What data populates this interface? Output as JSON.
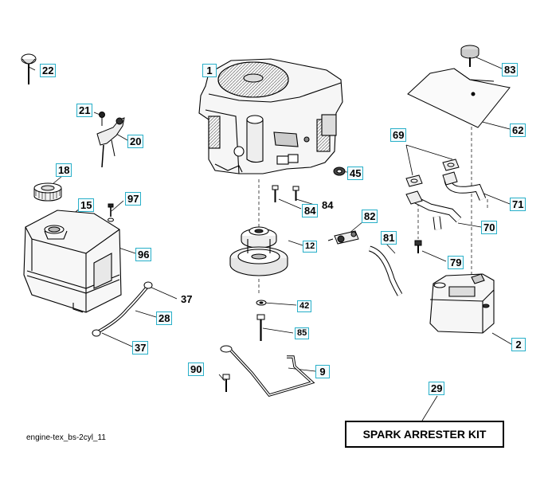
{
  "caption": "engine-tex_bs-2cyl_11",
  "kit_label": "SPARK ARRESTER KIT",
  "accent_color": "#2ab0c9",
  "callouts": {
    "c1": "1",
    "c2": "2",
    "c9": "9",
    "c12": "12",
    "c15": "15",
    "c18": "18",
    "c20": "20",
    "c21": "21",
    "c22": "22",
    "c28": "28",
    "c29": "29",
    "c37a": "37",
    "c37b": "37",
    "c42": "42",
    "c45": "45",
    "c62": "62",
    "c69": "69",
    "c70": "70",
    "c71": "71",
    "c79": "79",
    "c81": "81",
    "c82": "82",
    "c83": "83",
    "c84a": "84",
    "c84b": "84",
    "c85": "85",
    "c90": "90",
    "c96": "96",
    "c97": "97"
  }
}
